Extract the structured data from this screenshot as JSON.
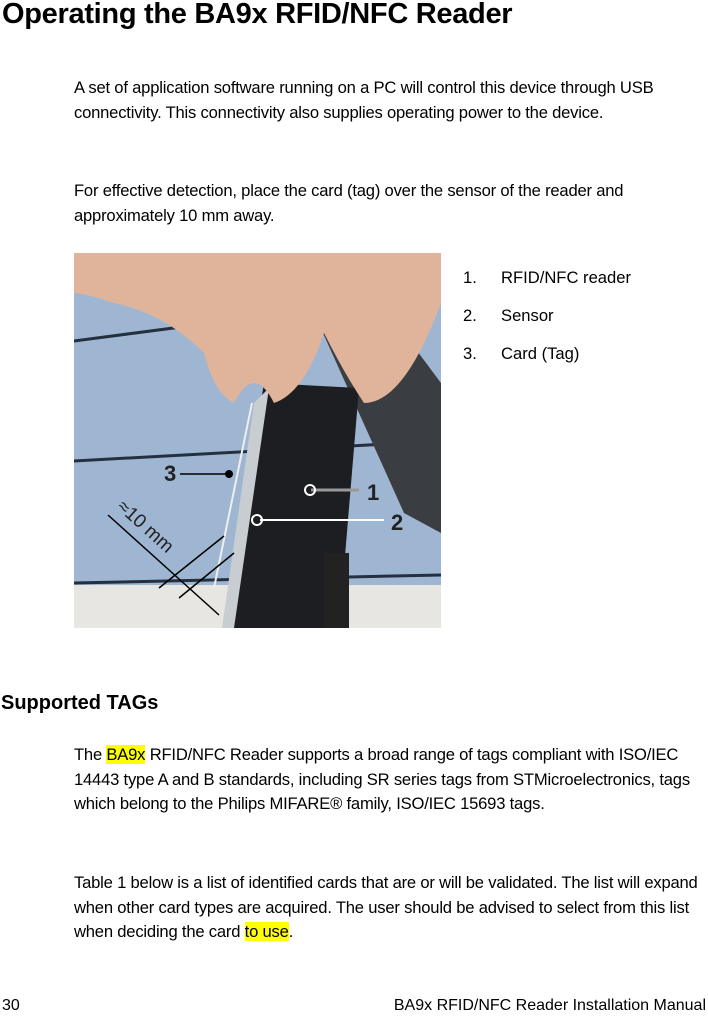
{
  "title": "Operating the BA9x RFID/NFC Reader",
  "intro": {
    "para1": "A set of application software running on a PC will control this device through USB connectivity.  This connectivity also supplies operating power to the device.",
    "para2": "For effective detection, place the card (tag) over the sensor of the reader and approximately 10 mm away."
  },
  "figure": {
    "callouts": [
      "1",
      "2",
      "3"
    ],
    "distance_label": "≈10 mm"
  },
  "legend": [
    {
      "num": "1.",
      "label": "RFID/NFC reader"
    },
    {
      "num": "2.",
      "label": "Sensor"
    },
    {
      "num": "3.",
      "label": "Card (Tag)"
    }
  ],
  "section": {
    "heading": "Supported TAGs",
    "p1_pre": "The ",
    "p1_hl": "BA9x",
    "p1_post": " RFID/NFC Reader supports a broad range of tags compliant with ISO/IEC 14443 type A and B standards, including SR series tags from STMicroelectronics, tags which belong to the Philips MIFARE® family, ISO/IEC 15693 tags.",
    "p2_pre": "Table 1 below is a list of identified cards that are or will be validated. The list will expand when other card types are acquired. The user should be advised to select from this list when deciding the card ",
    "p2_hl": "to use",
    "p2_post": ".",
    "highlight_color": "#ffff00"
  },
  "footer": {
    "page_number": "30",
    "doc_title": "BA9x RFID/NFC Reader Installation Manual"
  }
}
